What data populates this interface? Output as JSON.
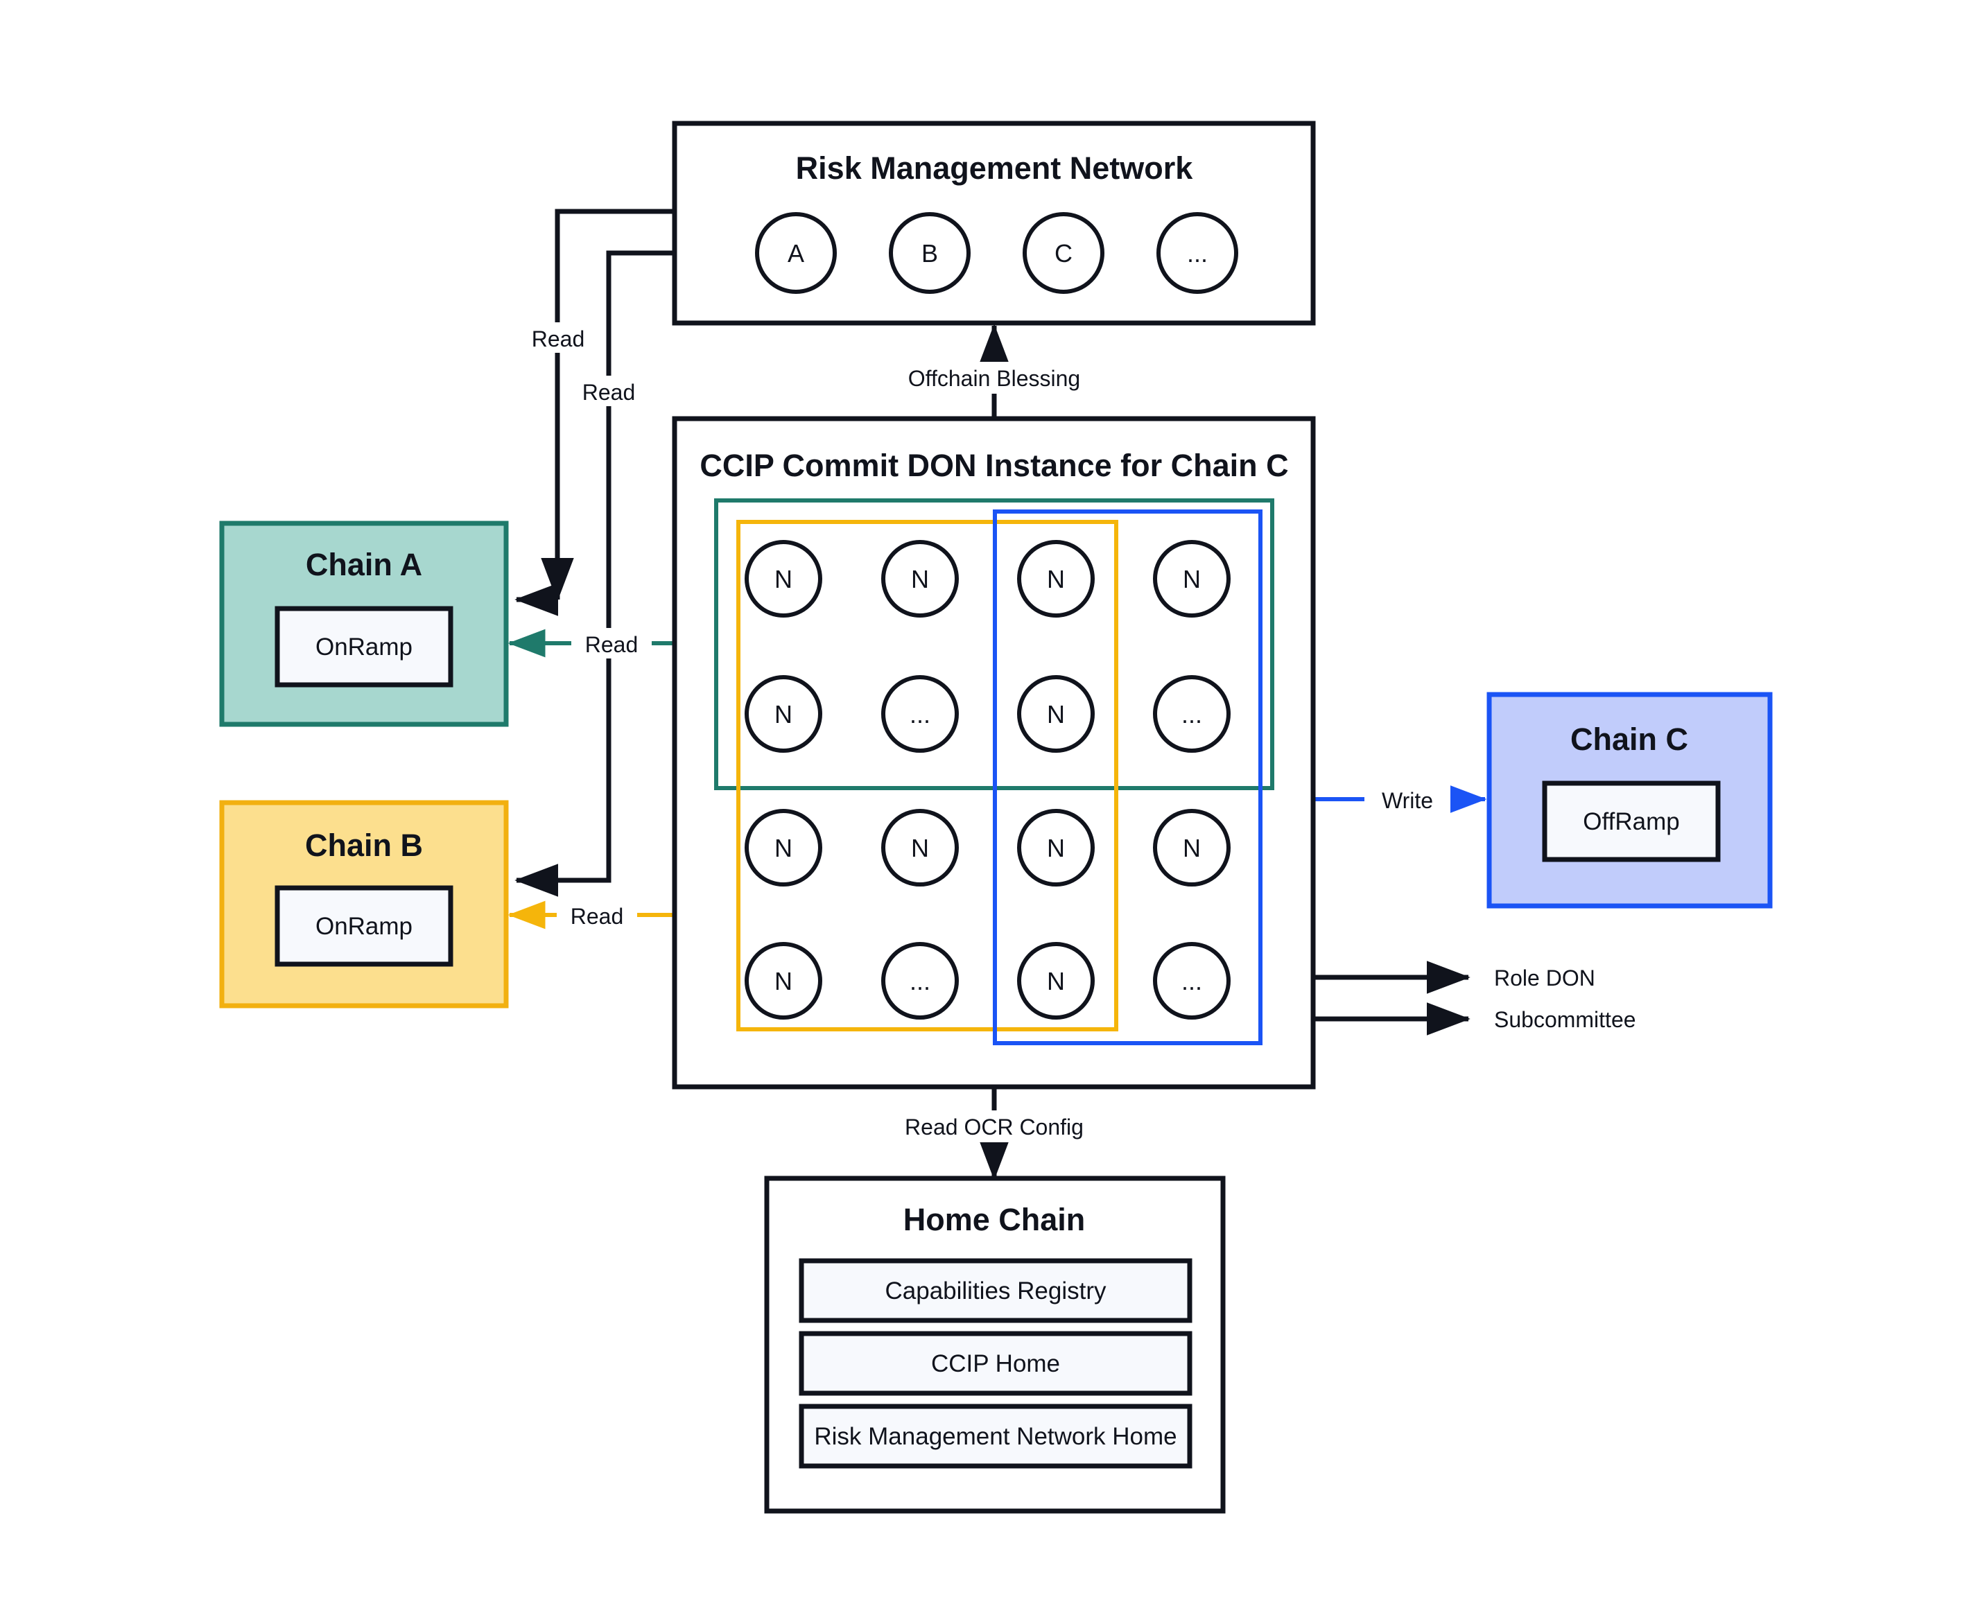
{
  "diagram": {
    "title_rmn": "Risk Management Network",
    "title_don": "CCIP Commit DON Instance for Chain C",
    "title_home": "Home Chain",
    "rmn_nodes": [
      "A",
      "B",
      "C",
      "..."
    ],
    "don_nodes": [
      [
        "N",
        "N",
        "N",
        "N"
      ],
      [
        "N",
        "...",
        "N",
        "..."
      ],
      [
        "N",
        "N",
        "N",
        "N"
      ],
      [
        "N",
        "...",
        "N",
        "..."
      ]
    ],
    "chain_a": {
      "title": "Chain A",
      "ramp": "OnRamp"
    },
    "chain_b": {
      "title": "Chain B",
      "ramp": "OnRamp"
    },
    "chain_c": {
      "title": "Chain C",
      "ramp": "OffRamp"
    },
    "home_chain_items": [
      "Capabilities Registry",
      "CCIP Home",
      "Risk Management Network Home"
    ],
    "edges": {
      "read_a_black": "Read",
      "read_b_black": "Read",
      "read_a_teal": "Read",
      "read_b_yellow": "Read",
      "offchain_blessing": "Offchain Blessing",
      "write": "Write",
      "read_ocr_config": "Read OCR Config"
    },
    "legend": {
      "role_don": "Role DON",
      "subcommittee": "Subcommittee"
    },
    "colors": {
      "chain_a_fill": "#a7d7cf",
      "chain_a_stroke": "#1f7a6b",
      "chain_b_fill": "#fcdf8e",
      "chain_b_stroke": "#f2b010",
      "chain_c_fill": "#c1ccfb",
      "chain_c_stroke": "#1b54f5",
      "ink": "#10131c",
      "ramp_fill": "#f7f9fd"
    }
  }
}
